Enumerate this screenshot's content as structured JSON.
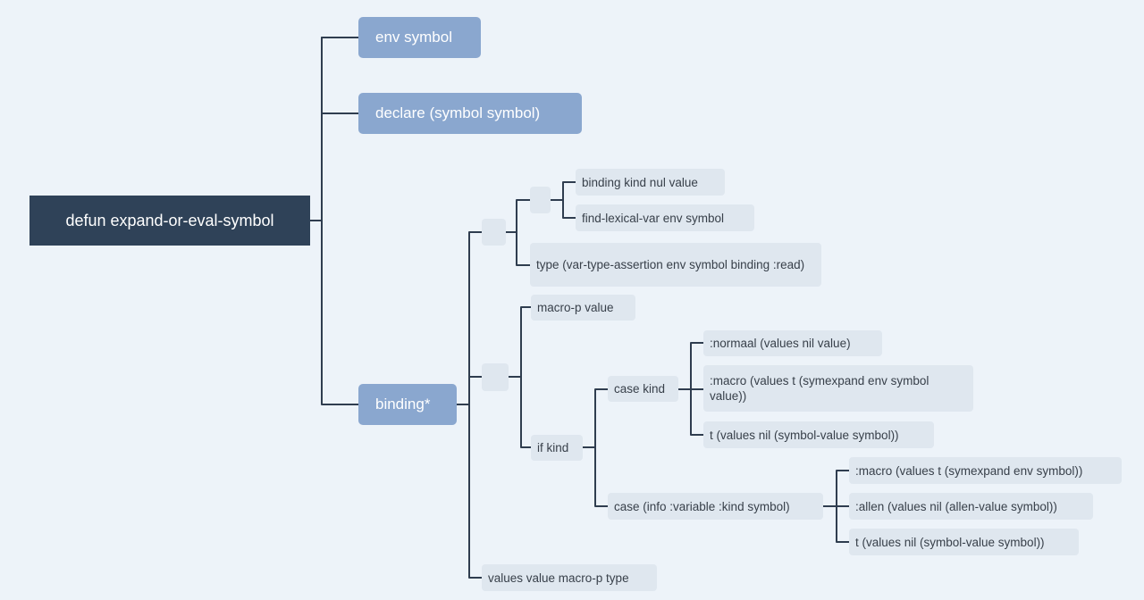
{
  "root": {
    "label": "defun expand-or-eval-symbol"
  },
  "children": {
    "env": "env symbol",
    "declare": "declare (symbol symbol)",
    "binding": "binding*"
  },
  "binding_branch": {
    "group1": {
      "binding_kind": "binding kind nul value",
      "find_lexical": "find-lexical-var env symbol",
      "type": "type (var-type-assertion env symbol binding :read)"
    },
    "group2": {
      "macro_p": "macro-p value",
      "if_kind": "if kind",
      "case_kind": {
        "label": "case kind",
        "items": [
          ":normaal (values nil value)",
          ":macro (values t (symexpand env symbol value))",
          "t (values nil (symbol-value symbol))"
        ]
      },
      "case_info": {
        "label": "case (info :variable :kind symbol)",
        "items": [
          ":macro (values t (symexpand env symbol))",
          ":allen (values nil (allen-value symbol))",
          "t (values nil (symbol-value symbol))"
        ]
      }
    },
    "values": "values value macro-p type"
  },
  "colors": {
    "background": "#edf3f9",
    "root": "#2f4258",
    "main_topic": "#8aa7cf",
    "leaf": "#dfe7ef",
    "connector": "#2f3d4f"
  }
}
